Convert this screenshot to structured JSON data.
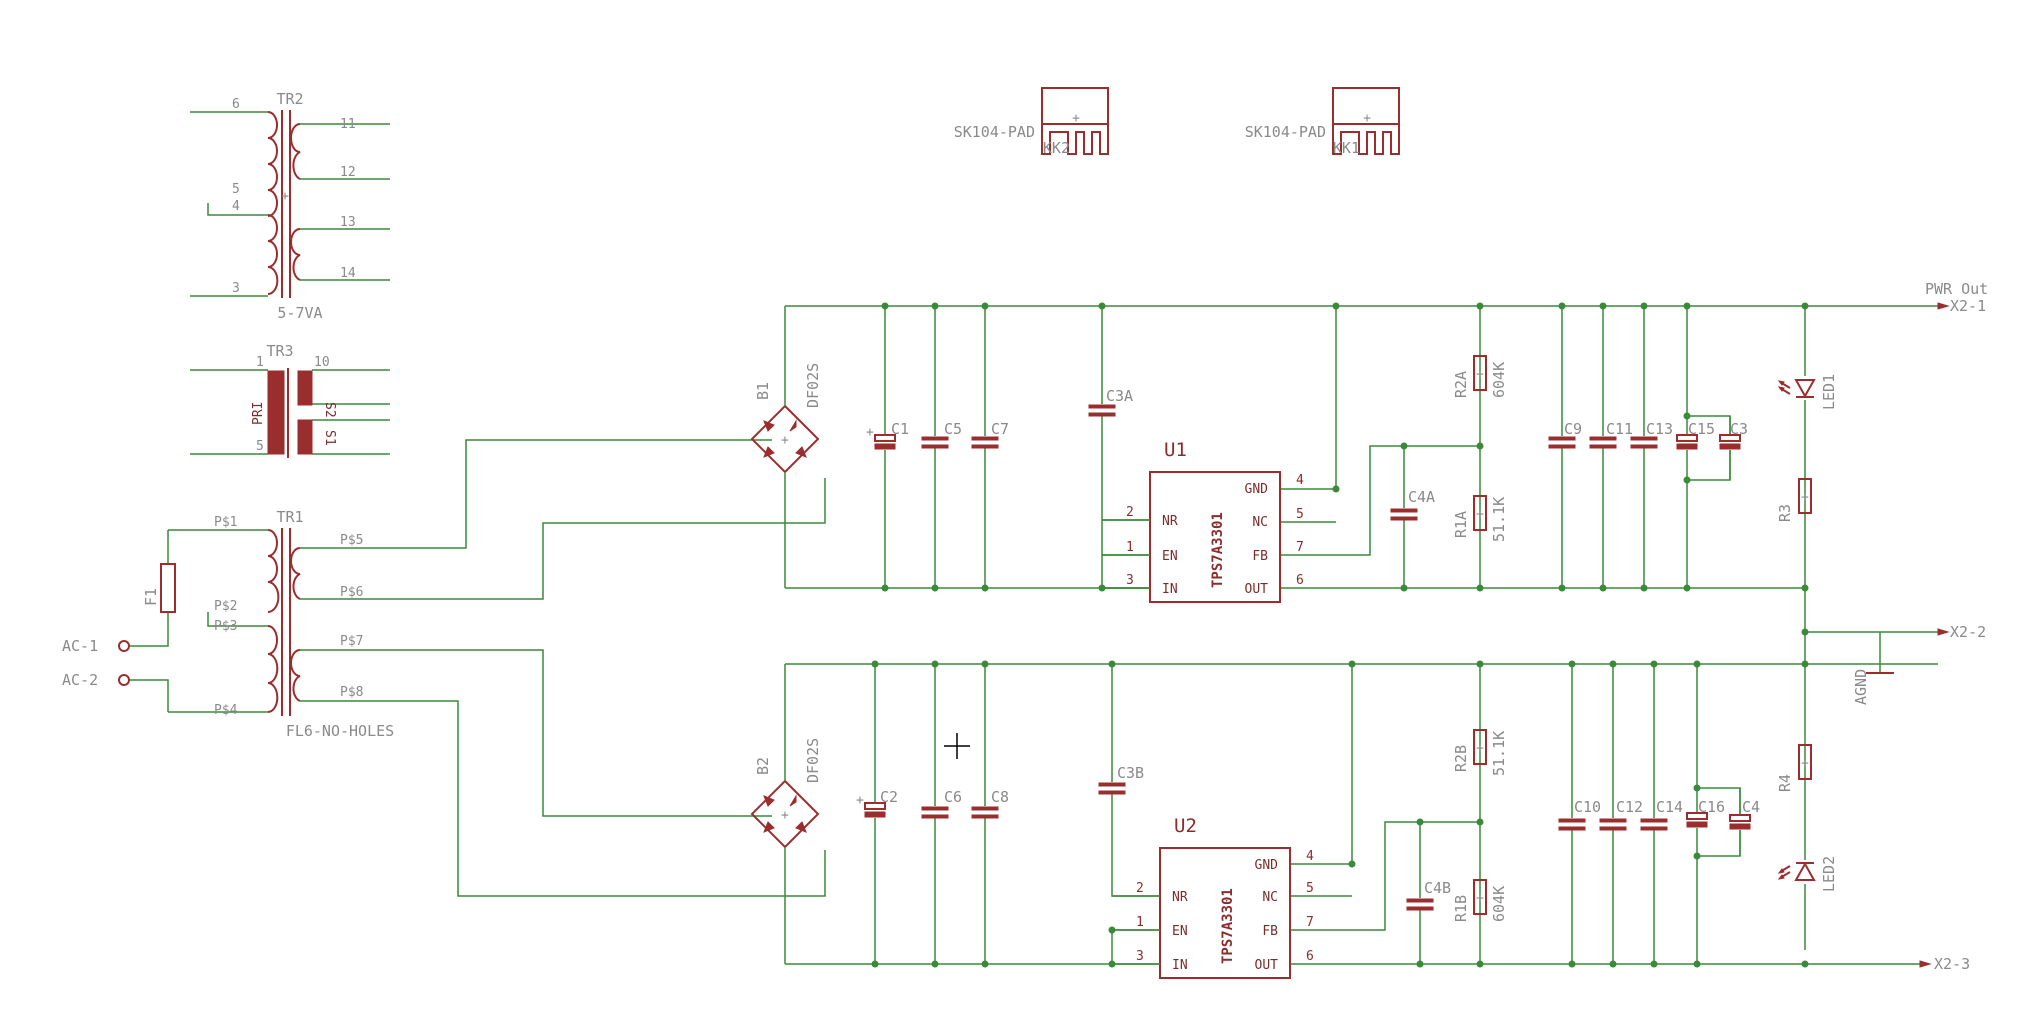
{
  "transformers": {
    "tr2": {
      "ref": "TR2",
      "value": "5-7VA",
      "pins": [
        "6",
        "5",
        "4",
        "3",
        "11",
        "12",
        "13",
        "14"
      ]
    },
    "tr3": {
      "ref": "TR3",
      "pins": [
        "1",
        "5",
        "10"
      ],
      "coil_labels": [
        "PRI",
        "S2",
        "S1"
      ]
    },
    "tr1": {
      "ref": "TR1",
      "value": "FL6-NO-HOLES",
      "pins": [
        "P$1",
        "P$2",
        "P$3",
        "P$4",
        "P$5",
        "P$6",
        "P$7",
        "P$8"
      ]
    }
  },
  "heatsinks": [
    {
      "pkg": "SK104-PAD",
      "ref": "KK2"
    },
    {
      "pkg": "SK104-PAD",
      "ref": "KK1"
    }
  ],
  "fuse": {
    "ref": "F1"
  },
  "ac_inputs": [
    "AC-1",
    "AC-2"
  ],
  "bridges": [
    {
      "ref": "B1",
      "value": "DF02S"
    },
    {
      "ref": "B2",
      "value": "DF02S"
    }
  ],
  "regulators": [
    {
      "ref": "U1",
      "part": "TPS7A3301",
      "pins_left": [
        {
          "no": "2",
          "name": "NR"
        },
        {
          "no": "1",
          "name": "EN"
        },
        {
          "no": "3",
          "name": "IN"
        }
      ],
      "pins_right": [
        {
          "no": "4",
          "name": "GND"
        },
        {
          "no": "5",
          "name": "NC"
        },
        {
          "no": "7",
          "name": "FB"
        },
        {
          "no": "6",
          "name": "OUT"
        }
      ]
    },
    {
      "ref": "U2",
      "part": "TPS7A3301",
      "pins_left": [
        {
          "no": "2",
          "name": "NR"
        },
        {
          "no": "1",
          "name": "EN"
        },
        {
          "no": "3",
          "name": "IN"
        }
      ],
      "pins_right": [
        {
          "no": "4",
          "name": "GND"
        },
        {
          "no": "5",
          "name": "NC"
        },
        {
          "no": "7",
          "name": "FB"
        },
        {
          "no": "6",
          "name": "OUT"
        }
      ]
    }
  ],
  "capacitors_top": [
    "C1",
    "C5",
    "C7",
    "C3A",
    "C4A",
    "C9",
    "C11",
    "C13",
    "C15",
    "C3"
  ],
  "capacitors_bottom": [
    "C2",
    "C6",
    "C8",
    "C3B",
    "C4B",
    "C10",
    "C12",
    "C14",
    "C16",
    "C4"
  ],
  "resistors": [
    {
      "ref": "R2A",
      "value": "604K"
    },
    {
      "ref": "R1A",
      "value": "51.1K"
    },
    {
      "ref": "R2B",
      "value": "51.1K"
    },
    {
      "ref": "R1B",
      "value": "604K"
    },
    {
      "ref": "R3",
      "value": ""
    },
    {
      "ref": "R4",
      "value": ""
    }
  ],
  "leds": [
    "LED1",
    "LED2"
  ],
  "outputs": {
    "title": "PWR Out",
    "pins": [
      "X2-1",
      "X2-2",
      "X2-3"
    ]
  },
  "ground": {
    "label": "AGND"
  },
  "colors": {
    "wire": "#3a8a3a",
    "part": "#9a2d2d",
    "label": "#8a8a8a",
    "background": "#ffffff"
  }
}
